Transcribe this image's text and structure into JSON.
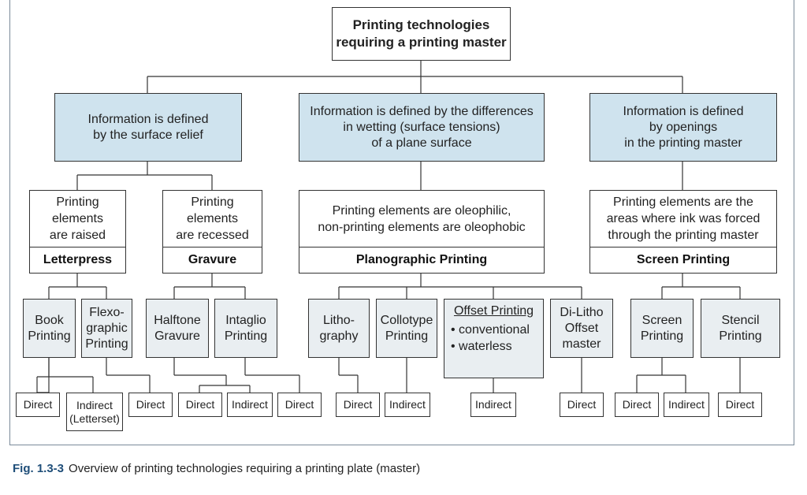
{
  "root": "Printing technologies\nrequiring a printing master",
  "categories": [
    "Information is defined\nby the surface relief",
    "Information is defined by the differences\nin wetting (surface tensions)\nof a plane surface",
    "Information is defined\nby openings\nin the printing master"
  ],
  "groups": {
    "letterpress": {
      "desc": "Printing\nelements\nare raised",
      "title": "Letterpress"
    },
    "gravure": {
      "desc": "Printing\nelements\nare recessed",
      "title": "Gravure"
    },
    "planographic": {
      "desc": "Printing elements are oleophilic,\nnon-printing elements are oleophobic",
      "title": "Planographic Printing"
    },
    "screen": {
      "desc": "Printing elements are the\nareas where ink was forced\nthrough the printing master",
      "title": "Screen Printing"
    }
  },
  "methods": {
    "book": "Book\nPrinting",
    "flexo": "Flexo-\ngraphic\nPrinting",
    "halftone": "Halftone\nGravure",
    "intaglio": "Intaglio\nPrinting",
    "litho": "Litho-\ngraphy",
    "collotype": "Collotype\nPrinting",
    "offset": {
      "title": "Offset Printing",
      "bullets": [
        "• conventional",
        "• waterless"
      ]
    },
    "dilitho": "Di-Litho\nOffset\nmaster",
    "screenp": "Screen\nPrinting",
    "stencil": "Stencil\nPrinting"
  },
  "leaves": {
    "book_direct": "Direct",
    "book_indirect": "Indirect\n(Letterset)",
    "flexo_direct": "Direct",
    "halftone_direct": "Direct",
    "halftone_indirect": "Indirect",
    "intaglio_direct": "Direct",
    "litho_direct": "Direct",
    "collotype_indirect": "Indirect",
    "offset_indirect": "Indirect",
    "dilitho_direct": "Direct",
    "screen_direct": "Direct",
    "screen_indirect": "Indirect",
    "stencil_direct": "Direct"
  },
  "caption": {
    "label": "Fig. 1.3-3",
    "text": "Overview of printing technologies requiring a printing plate (master)"
  },
  "colors": {
    "category_fill": "#cfe3ee",
    "method_fill": "#e9eef1",
    "caption_label": "#1f4e79"
  }
}
